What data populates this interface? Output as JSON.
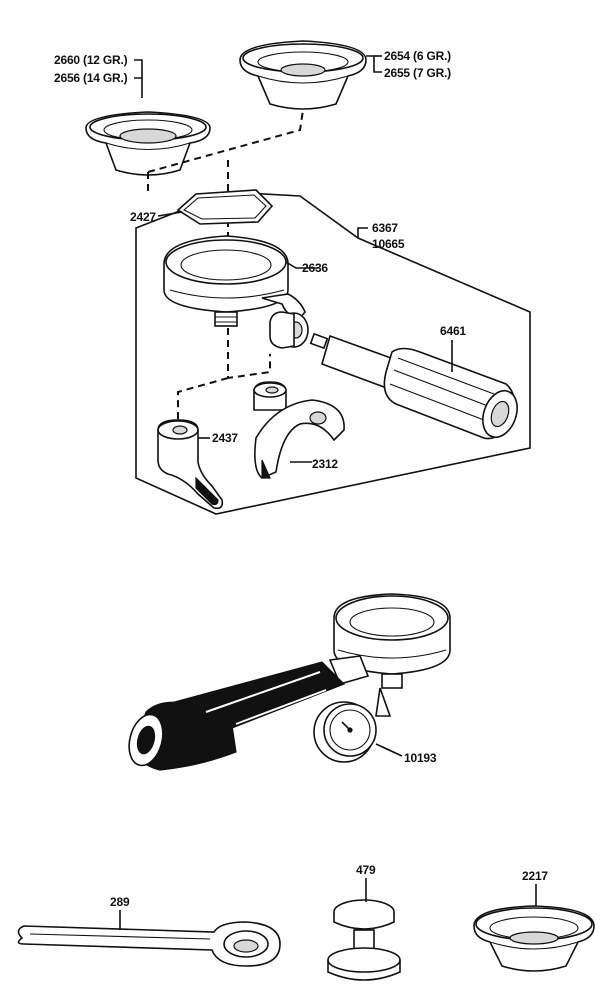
{
  "labels": {
    "p2660": "2660 (12 GR.)",
    "p2656": "2656 (14 GR.)",
    "p2654": "2654 (6 GR.)",
    "p2655": "2655 (7 GR.)",
    "p2427": "2427",
    "p6367": "6367",
    "p10665": "10665",
    "p2636": "2636",
    "p6461": "6461",
    "p2437": "2437",
    "p2312": "2312",
    "p10193": "10193",
    "p289": "289",
    "p479": "479",
    "p2217": "2217"
  }
}
